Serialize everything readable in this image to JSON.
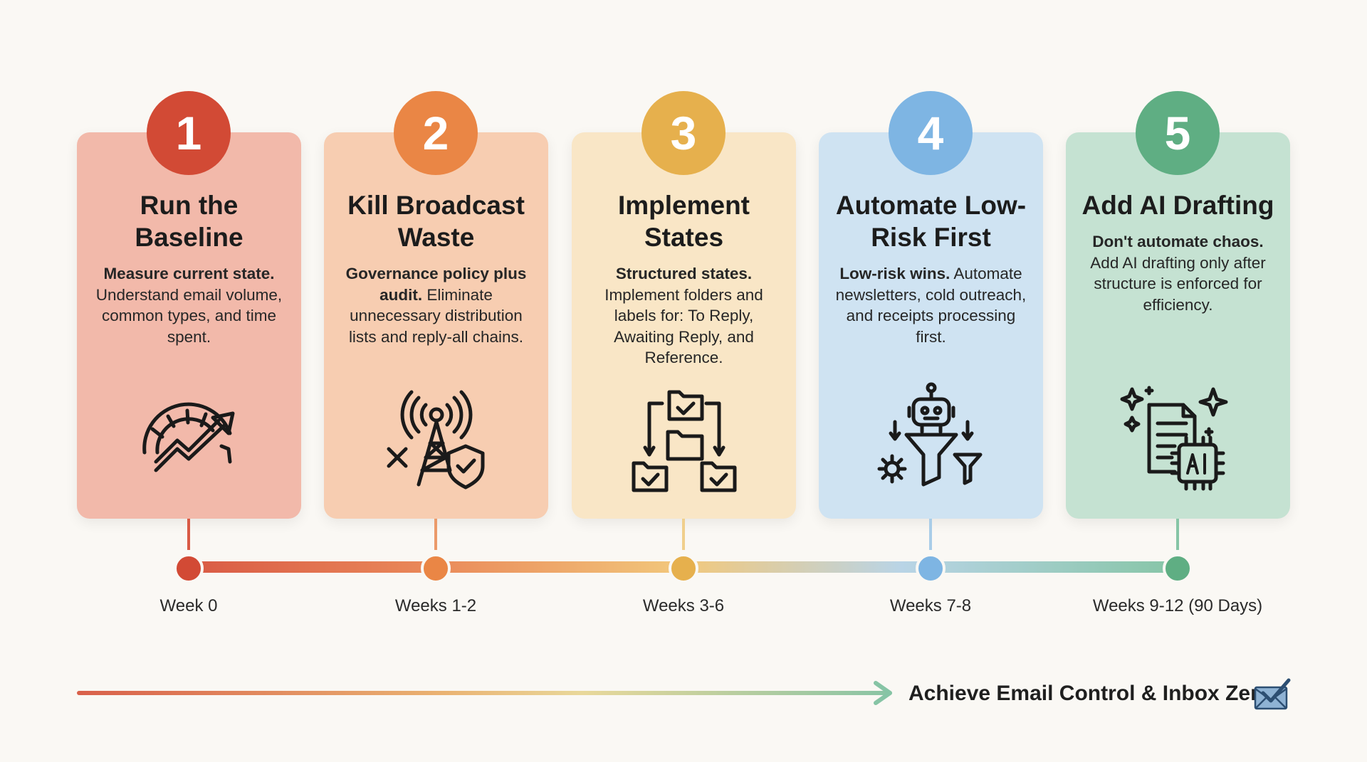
{
  "steps": [
    {
      "number": "1",
      "title": "Run the Baseline",
      "desc_bold": "Measure current state.",
      "desc": "Understand email volume, common types, and time spent.",
      "week": "Week 0",
      "icon": "gauge-growth-icon",
      "colors": {
        "card": "#f2b9aa",
        "badge": "#d24a35",
        "line": "#d95a45"
      }
    },
    {
      "number": "2",
      "title": "Kill Broadcast Waste",
      "desc_bold": "Governance policy plus audit.",
      "desc": "Eliminate unnecessary distribution lists and reply-all chains.",
      "week": "Weeks 1-2",
      "icon": "broadcast-tower-shield-icon",
      "colors": {
        "card": "#f7cdb1",
        "badge": "#ea8645",
        "line": "#eb9a6a"
      }
    },
    {
      "number": "3",
      "title": "Implement States",
      "desc_bold": "Structured states.",
      "desc": "Implement folders and labels for: To Reply, Awaiting Reply, and Reference.",
      "week": "Weeks 3-6",
      "icon": "folder-flow-icon",
      "colors": {
        "card": "#f9e6c6",
        "badge": "#e6b04d",
        "line": "#f0cf8c"
      }
    },
    {
      "number": "4",
      "title": "Automate Low-Risk First",
      "desc_bold": "Low-risk wins.",
      "desc": "Automate newsletters, cold outreach, and receipts processing first.",
      "week": "Weeks 7-8",
      "icon": "robot-funnel-icon",
      "colors": {
        "card": "#cfe3f2",
        "badge": "#7eb5e3",
        "line": "#a9cde8"
      }
    },
    {
      "number": "5",
      "title": "Add AI Drafting",
      "desc_bold": "Don't automate chaos.",
      "desc": "Add AI drafting only after structure is enforced for efficiency.",
      "week": "Weeks 9-12 (90 Days)",
      "icon": "ai-document-icon",
      "colors": {
        "card": "#c5e2d2",
        "badge": "#5fae83",
        "line": "#86c5a6"
      }
    }
  ],
  "goal": {
    "label": "Achieve Email Control & Inbox Zero",
    "icon": "envelope-check-icon"
  }
}
